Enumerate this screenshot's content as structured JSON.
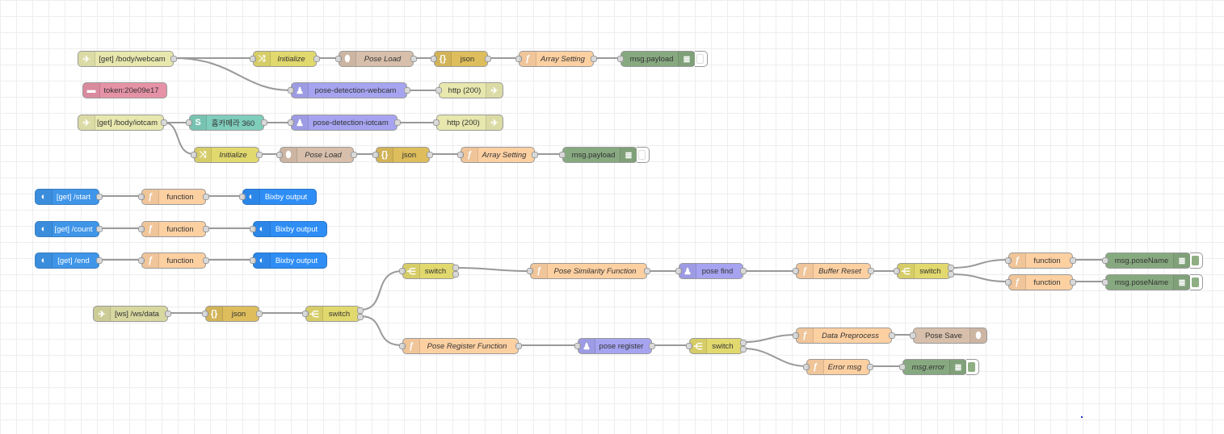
{
  "colors": {
    "http": "#e7e7ae",
    "change": "#e2d96e",
    "storage": "#d7bfab",
    "json": "#debd5c",
    "function": "#fdd0a2",
    "debug": "#87a980",
    "ai": "#a6a4f0",
    "token": "#e692a6",
    "bixby_in": "#3f95e8",
    "bixby_out": "#2f8ef5",
    "wire": "#999999",
    "grid": "#eeeeee"
  },
  "nodes": {
    "get_webcam": {
      "label": "[get] /body/webcam",
      "icon": "globe-icon"
    },
    "init_1": {
      "label": "Initialize",
      "icon": "shuffle-icon"
    },
    "pose_load_1": {
      "label": "Pose Load",
      "icon": "database-icon"
    },
    "json_1": {
      "label": "json",
      "icon": "braces-icon"
    },
    "array_setting_1": {
      "label": "Array Setting",
      "icon": "function-icon"
    },
    "debug_payload_1": {
      "label": "msg.payload",
      "icon": "list-icon"
    },
    "pose_det_webcam": {
      "label": "pose-detection-webcam",
      "icon": "robot-icon"
    },
    "http_resp_1": {
      "label": "http (200)",
      "icon": "globe-icon"
    },
    "token": {
      "label": "token:20e09e17",
      "icon": "card-icon"
    },
    "get_iotcam": {
      "label": "[get] /body/iotcam",
      "icon": "globe-icon"
    },
    "home_cam": {
      "label": "홈카메라 360",
      "icon": "s-icon"
    },
    "pose_det_iotcam": {
      "label": "pose-detection-iotcam",
      "icon": "robot-icon"
    },
    "http_resp_2": {
      "label": "http (200)",
      "icon": "globe-icon"
    },
    "init_2": {
      "label": "Initialize",
      "icon": "shuffle-icon"
    },
    "pose_load_2": {
      "label": "Pose Load",
      "icon": "database-icon"
    },
    "json_2": {
      "label": "json",
      "icon": "braces-icon"
    },
    "array_setting_2": {
      "label": "Array Setting",
      "icon": "function-icon"
    },
    "debug_payload_2": {
      "label": "msg.payload",
      "icon": "list-icon"
    },
    "get_start": {
      "label": "[get] /start",
      "icon": "bixby-icon"
    },
    "fn_start": {
      "label": "function",
      "icon": "function-icon"
    },
    "bixby_out_1": {
      "label": "Bixby output",
      "icon": "bixby-icon"
    },
    "get_count": {
      "label": "[get] /count",
      "icon": "bixby-icon"
    },
    "fn_count": {
      "label": "function",
      "icon": "function-icon"
    },
    "bixby_out_2": {
      "label": "Bixby output",
      "icon": "bixby-icon"
    },
    "get_end": {
      "label": "[get] /end",
      "icon": "bixby-icon"
    },
    "fn_end": {
      "label": "function",
      "icon": "function-icon"
    },
    "bixby_out_3": {
      "label": "Bixby output",
      "icon": "bixby-icon"
    },
    "ws_data": {
      "label": "[ws] /ws/data",
      "icon": "globe-icon"
    },
    "json_3": {
      "label": "json",
      "icon": "braces-icon"
    },
    "switch_1": {
      "label": "switch",
      "icon": "switch-icon"
    },
    "switch_2": {
      "label": "switch",
      "icon": "switch-icon"
    },
    "pose_sim_fn": {
      "label": "Pose Similarity Function",
      "icon": "function-icon"
    },
    "pose_find": {
      "label": "pose find",
      "icon": "robot-icon"
    },
    "buffer_reset": {
      "label": "Buffer Reset",
      "icon": "function-icon"
    },
    "switch_3": {
      "label": "switch",
      "icon": "switch-icon"
    },
    "fn_a": {
      "label": "function",
      "icon": "function-icon"
    },
    "fn_b": {
      "label": "function",
      "icon": "function-icon"
    },
    "debug_pose_1": {
      "label": "msg.poseName",
      "icon": "list-icon"
    },
    "debug_pose_2": {
      "label": "msg.poseName",
      "icon": "list-icon"
    },
    "pose_reg_fn": {
      "label": "Pose Register Function",
      "icon": "function-icon"
    },
    "pose_register": {
      "label": "pose register",
      "icon": "robot-icon"
    },
    "switch_4": {
      "label": "switch",
      "icon": "switch-icon"
    },
    "data_preprocess": {
      "label": "Data Preprocess",
      "icon": "function-icon"
    },
    "pose_save": {
      "label": "Pose Save",
      "icon": "database-icon"
    },
    "error_msg": {
      "label": "Error msg",
      "icon": "function-icon"
    },
    "debug_error": {
      "label": "msg.error",
      "icon": "list-icon"
    }
  }
}
